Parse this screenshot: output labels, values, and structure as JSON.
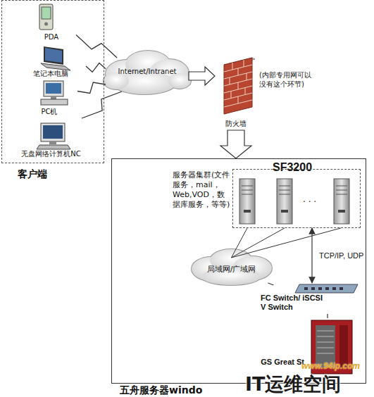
{
  "diagram": {
    "caption": "五舟服务器windo",
    "nodes": [
      {
        "text": [
          "客户端"
        ]
      },
      {
        "text": [
          "PDA"
        ],
        "in": 0
      },
      {
        "text": [
          "笔记本电脑"
        ],
        "in": 0
      },
      {
        "text": [
          "PC机"
        ],
        "in": 0
      },
      {
        "text": [
          "无盘网络计算机NC"
        ],
        "in": 0
      },
      {
        "text": [
          "Internet/Intranet"
        ]
      },
      {
        "text": [
          "防火墙"
        ]
      },
      {
        "text": [
          "SF3200"
        ]
      },
      {
        "text": [
          "服务器集群(文件服务，mail，Web,VOD，数据库服务，等等)"
        ],
        "in": 7
      },
      {
        "text": [
          "局域网/广域网"
        ],
        "in": 7
      },
      {
        "text": [
          "FC Switch/ iSCSI V Switch"
        ],
        "in": 7
      },
      {
        "text": [
          "GS Great St"
        ],
        "in": 7
      }
    ],
    "edges": [
      {
        "from": 1,
        "to": 5,
        "arrow": "none"
      },
      {
        "from": 2,
        "to": 5,
        "arrow": "none"
      },
      {
        "from": 3,
        "to": 5,
        "arrow": "none"
      },
      {
        "from": 4,
        "to": 5,
        "arrow": "none"
      },
      {
        "from": 5,
        "to": 6,
        "arrow": "to"
      },
      {
        "from": 6,
        "to": 7,
        "arrow": "to"
      },
      {
        "from": 8,
        "to": 9,
        "arrow": "none"
      },
      {
        "from": 9,
        "to": 10,
        "arrow": "none"
      },
      {
        "from": 8,
        "to": 10,
        "label": "TCP/IP, UDP",
        "arrow": "both"
      },
      {
        "from": 10,
        "to": 11,
        "arrow": "none"
      }
    ],
    "labels": [
      "(内部专用网可以没有这个环节)",
      "· · ·",
      "www.94ip.com",
      "IT运维空间"
    ]
  }
}
